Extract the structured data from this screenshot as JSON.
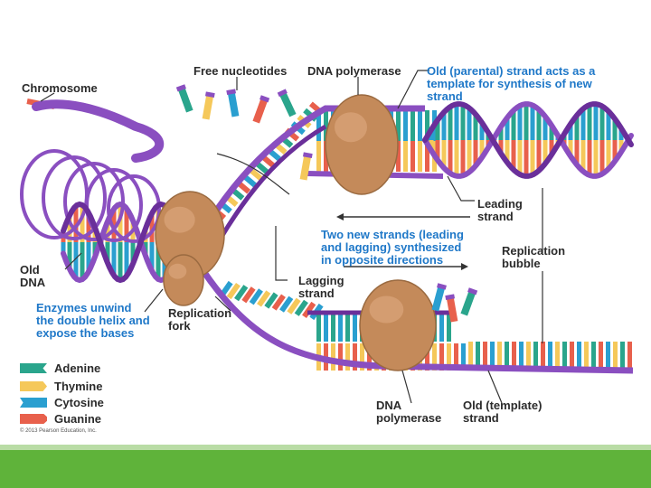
{
  "labels": {
    "chromosome": "Chromosome",
    "free_nucleotides": "Free nucleotides",
    "dna_polymerase_top": "DNA polymerase",
    "old_parental": "Old (parental) strand acts as a\ntemplate for synthesis of new\nstrand",
    "leading_strand": "Leading\nstrand",
    "two_new_strands": "Two new strands (leading\nand lagging) synthesized\nin opposite directions",
    "replication_bubble": "Replication\nbubble",
    "old_dna": "Old\nDNA",
    "lagging_strand": "Lagging\nstrand",
    "enzymes_unwind": "Enzymes unwind\nthe double helix and\nexpose the bases",
    "replication_fork": "Replication\nfork",
    "dna_polymerase_bottom": "DNA\npolymerase",
    "old_template": "Old (template)\nstrand"
  },
  "legend": [
    {
      "name": "Adenine",
      "color": "#2aa58c"
    },
    {
      "name": "Thymine",
      "color": "#f5c85a"
    },
    {
      "name": "Cytosine",
      "color": "#2a9fd0"
    },
    {
      "name": "Guanine",
      "color": "#e8604c"
    }
  ],
  "copyright": "© 2013 Pearson Education, Inc.",
  "colors": {
    "backbone": "#8a4fc0",
    "backbone_dark": "#6a2f9a",
    "polymerase": "#c48a5a",
    "label_blue": "#1f78c8",
    "footer_green": "#5fb33a"
  }
}
